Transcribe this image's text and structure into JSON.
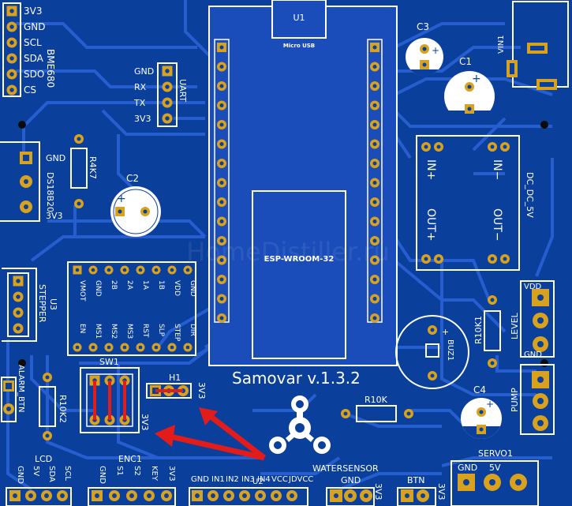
{
  "colors": {
    "board": "#0a3f9c",
    "trace": "#2a62d6",
    "silk": "#ffffff",
    "pad": "#d8a21e",
    "arrow": "#e21b1b",
    "module": "#1a4dba"
  },
  "modules": {
    "u1_label": "U1",
    "micro_usb": "Micro USB",
    "esp_label": "ESP-WROOM-32",
    "title": "Samovar v.1.3.2"
  },
  "bme680": {
    "name": "BME680",
    "pins": [
      "3V3",
      "GND",
      "SCL",
      "SDA",
      "SDO",
      "CS"
    ]
  },
  "uart": {
    "name": "UART",
    "pins": [
      "GND",
      "RX",
      "TX",
      "3V3"
    ]
  },
  "ds18b20": {
    "name": "DS18B20",
    "pins": [
      "GND",
      "3V3"
    ]
  },
  "r4k7": "R4K7",
  "c1": "C1",
  "c2": "C2",
  "c3": "C3",
  "c4": "C4",
  "plus": "+",
  "vin1": "VIN1",
  "dcdc": {
    "in_plus": "IN+",
    "in_minus": "IN−",
    "out_plus": "OUT+",
    "out_minus": "OUT−",
    "name": "DC_DC_5V"
  },
  "stepper": {
    "u3": "U3",
    "name": "STEPPER",
    "top_pins": [
      "VMOT",
      "GND",
      "2B",
      "2A",
      "1A",
      "1B",
      "VDD",
      "GND"
    ],
    "bottom_pins": [
      "EN",
      "MS1",
      "MS2",
      "MS3",
      "RST",
      "SLP",
      "STEP",
      "DIR"
    ]
  },
  "sw1": "SW1",
  "h1": "H1",
  "h1_3v3": "3V3",
  "sw_3v3": "3V3",
  "alarm_btn": "ALARM_BTN",
  "r10k2": "R10K2",
  "r10k1": "R10K1",
  "r10k": "R10K",
  "level": {
    "name": "LEVEL",
    "vdd": "VDD",
    "gnd": "GND"
  },
  "pump": "PUMP",
  "buz1": "BUZ1",
  "servo": {
    "name": "SERVO1",
    "gnd": "GND",
    "v5": "5V"
  },
  "lcd": {
    "name": "LCD",
    "pins": [
      "GND",
      "5V",
      "SDA",
      "SCL"
    ]
  },
  "enc1": {
    "name": "ENC1",
    "pins": [
      "GND",
      "S1",
      "S2",
      "KEY",
      "3V3"
    ]
  },
  "u2": {
    "name": "U2",
    "pins": [
      "GND",
      "IN1",
      "IN2",
      "IN3",
      "IN4",
      "VCC",
      "JDVCC"
    ]
  },
  "watersensor": {
    "name": "WATERSENSOR",
    "gnd": "GND",
    "v33": "3V3"
  },
  "btn": {
    "name": "BTN",
    "v33": "3V3"
  },
  "watermark": "HomeDistiller.ru"
}
